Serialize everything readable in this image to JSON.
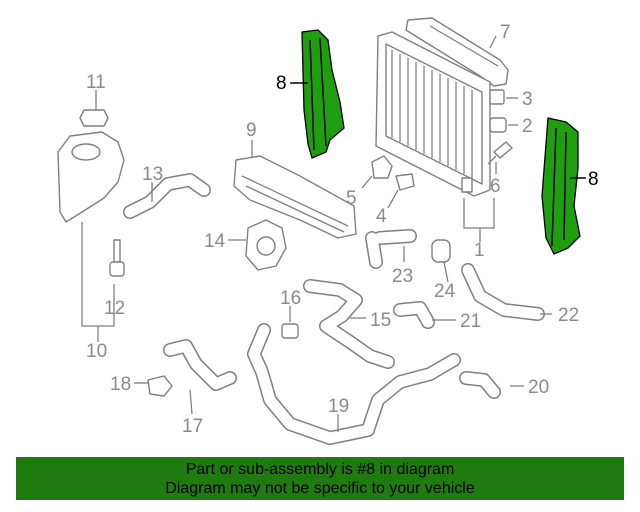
{
  "callouts": {
    "c1": "1",
    "c2": "2",
    "c3": "3",
    "c4": "4",
    "c5": "5",
    "c6": "6",
    "c7": "7",
    "c8a": "8",
    "c8b": "8",
    "c9": "9",
    "c10": "10",
    "c11": "11",
    "c12": "12",
    "c13": "13",
    "c14": "14",
    "c15": "15",
    "c16": "16",
    "c17": "17",
    "c18": "18",
    "c19": "19",
    "c20": "20",
    "c21": "21",
    "c22": "22",
    "c23": "23",
    "c24": "24"
  },
  "banner": {
    "line1": "Part or sub-assembly is #8 in diagram",
    "line2": "Diagram may not be specific to your vehicle"
  },
  "colors": {
    "highlight_part": "#1f9e0f",
    "banner_bg": "#1f7a0f",
    "line_art": "#7f7f7f"
  }
}
